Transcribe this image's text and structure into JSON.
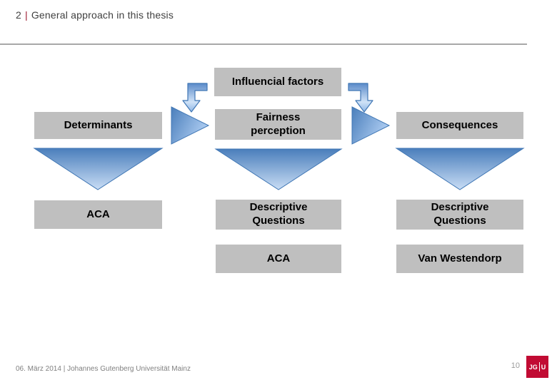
{
  "header": {
    "number": "2",
    "separator": "|",
    "title": "General approach in this thesis"
  },
  "diagram": {
    "top_box": "Influencial factors",
    "columns": [
      {
        "row1": "Determinants",
        "row2": "ACA",
        "row3": ""
      },
      {
        "row1": "Fairness\nperception",
        "row2": "Descriptive\nQuestions",
        "row3": "ACA"
      },
      {
        "row1": "Consequences",
        "row2": "Descriptive\nQuestions",
        "row3": "Van Westendorp"
      }
    ],
    "arrows": {
      "elbow_left": "from Influencial factors down to Fairness perception (left)",
      "elbow_right": "from Influencial factors down to Consequences (right)",
      "flow_1": "Determinants to Fairness perception",
      "flow_2": "Fairness perception to Consequences",
      "down_1": "Determinants to ACA",
      "down_2": "Fairness perception to Descriptive Questions",
      "down_3": "Consequences to Descriptive Questions"
    }
  },
  "footer": {
    "date_line": "06. März 2014 | Johannes Gutenberg Universität Mainz",
    "page_number": "10",
    "logo_left": "JG",
    "logo_right": "U"
  },
  "colors": {
    "box_fill": "#bfbfbf",
    "arrow_dark": "#4a7ebb",
    "arrow_light": "#c9ddf5",
    "arrow_border": "#3f76b4",
    "header_pipe": "#9e1b32",
    "rule_gray": "#a8a8a8",
    "logo_red": "#c10b33",
    "footer_gray": "#808080"
  }
}
